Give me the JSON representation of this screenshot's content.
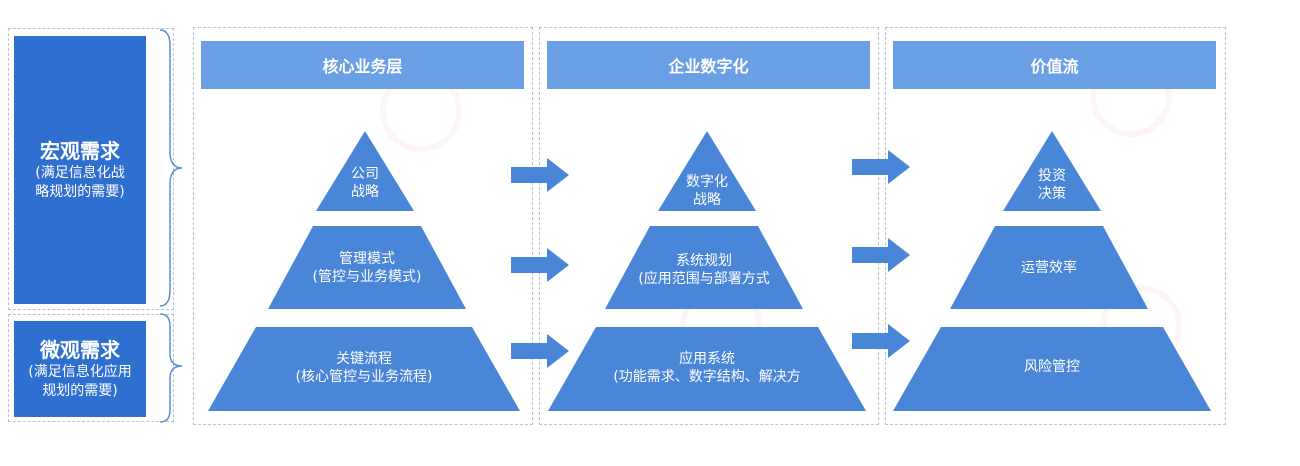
{
  "left": {
    "macro": {
      "title": "宏观需求",
      "sub_line1": "(满足信息化战",
      "sub_line2": "略规划的需要)"
    },
    "micro": {
      "title": "微观需求",
      "sub_line1": "(满足信息化应用",
      "sub_line2": "规划的需要)"
    }
  },
  "columns": [
    {
      "header": "核心业务层",
      "tiers": [
        {
          "line1": "公司",
          "line2": "战略"
        },
        {
          "line1": "管理模式",
          "line2": "(管控与业务模式)"
        },
        {
          "line1": "关键流程",
          "line2": "(核心管控与业务流程)"
        }
      ]
    },
    {
      "header": "企业数字化",
      "tiers": [
        {
          "line1": "数字化",
          "line2": "战略"
        },
        {
          "line1": "系统规划",
          "line2": "(应用范围与部署方式"
        },
        {
          "line1": "应用系统",
          "line2": "(功能需求、数字结构、解决方"
        }
      ]
    },
    {
      "header": "价值流",
      "tiers": [
        {
          "line1": "投资",
          "line2": "决策"
        },
        {
          "line1": "运营效率",
          "line2": ""
        },
        {
          "line1": "风险管控",
          "line2": ""
        }
      ]
    }
  ],
  "colors": {
    "left_box": "#2f6fd0",
    "header": "#6a9ee5",
    "pyramid": "#4a86d8",
    "arrow": "#4a86d8"
  }
}
